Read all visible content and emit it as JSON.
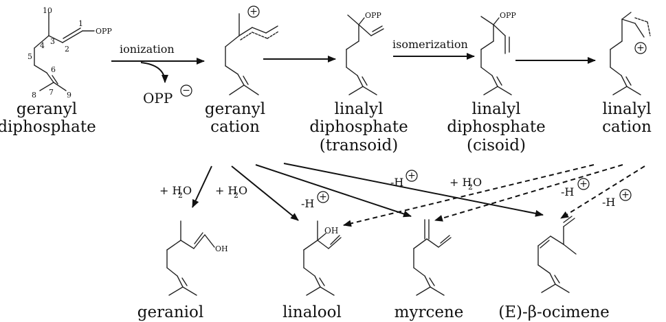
{
  "labels": {
    "geranyl_pp": [
      "geranyl",
      "diphosphate"
    ],
    "geranyl_cation": [
      "geranyl",
      "cation"
    ],
    "linalyl_pp_trans": [
      "linalyl",
      "diphosphate",
      "(transoid)"
    ],
    "linalyl_pp_cis": [
      "linalyl",
      "diphosphate",
      "(cisoid)"
    ],
    "linalyl_cation": [
      "linalyl",
      "cation"
    ],
    "geraniol": "geraniol",
    "linalool": "linalool",
    "myrcene": "myrcene",
    "ocimene": "(E)-β-ocimene"
  },
  "groups": {
    "opp": "OPP",
    "oh": "OH"
  },
  "atom_numbers": [
    "1",
    "2",
    "3",
    "4",
    "5",
    "6",
    "7",
    "8",
    "9",
    "10"
  ],
  "conditions": {
    "ionization": "ionization",
    "isomerization": "isomerization",
    "opp_leaving": "OPP",
    "plus_water": "+ H",
    "water_sub": "2",
    "water_o": "O",
    "minus_h": "-H"
  },
  "charges": {
    "plus": "+",
    "minus": "−"
  }
}
